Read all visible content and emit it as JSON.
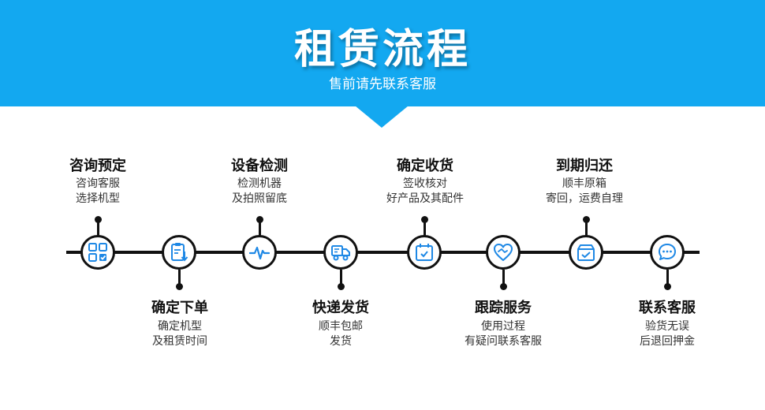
{
  "header": {
    "title": "租赁流程",
    "subtitle": "售前请先联系客服"
  },
  "colors": {
    "banner": "#13a8f0",
    "icon": "#1e88e5",
    "line": "#111111"
  },
  "steps": [
    {
      "title": "咨询预定",
      "line1": "咨询客服",
      "line2": "选择机型",
      "icon": "grid-check-icon",
      "position": "top"
    },
    {
      "title": "确定下单",
      "line1": "确定机型",
      "line2": "及租赁时间",
      "icon": "clipboard-download-icon",
      "position": "bottom"
    },
    {
      "title": "设备检测",
      "line1": "检测机器",
      "line2": "及拍照留底",
      "icon": "pulse-icon",
      "position": "top"
    },
    {
      "title": "快递发货",
      "line1": "顺丰包邮",
      "line2": "发货",
      "icon": "delivery-truck-icon",
      "position": "bottom"
    },
    {
      "title": "确定收货",
      "line1": "签收核对",
      "line2": "好产品及其配件",
      "icon": "calendar-check-icon",
      "position": "top"
    },
    {
      "title": "跟踪服务",
      "line1": "使用过程",
      "line2": "有疑问联系客服",
      "icon": "handshake-heart-icon",
      "position": "bottom"
    },
    {
      "title": "到期归还",
      "line1": "顺丰原箱",
      "line2": "寄回，运费自理",
      "icon": "box-check-icon",
      "position": "top"
    },
    {
      "title": "联系客服",
      "line1": "验货无误",
      "line2": "后退回押金",
      "icon": "chat-bubbles-icon",
      "position": "bottom"
    }
  ]
}
